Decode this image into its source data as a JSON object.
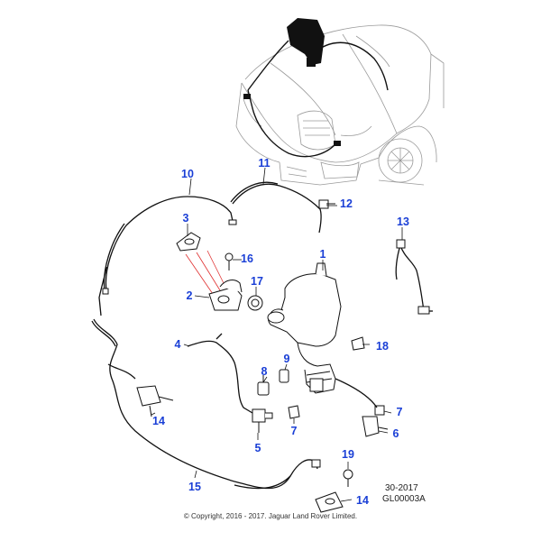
{
  "callouts": {
    "c1": "1",
    "c2": "2",
    "c3": "3",
    "c4": "4",
    "c5": "5",
    "c6": "6",
    "c7a": "7",
    "c7b": "7",
    "c8": "8",
    "c9": "9",
    "c10": "10",
    "c11": "11",
    "c12": "12",
    "c13": "13",
    "c14a": "14",
    "c14b": "14",
    "c15": "15",
    "c16": "16",
    "c17": "17",
    "c18": "18",
    "c19": "19"
  },
  "reference": {
    "date": "30-2017",
    "code": "GL00003A"
  },
  "footer": {
    "copyright": "© Copyright, 2016 - 2017. Jaguar Land Rover Limited."
  },
  "colors": {
    "callout": "#1a3fd6",
    "line": "#111111",
    "ghost": "#9a9a9a",
    "highlight": "#e03030"
  }
}
